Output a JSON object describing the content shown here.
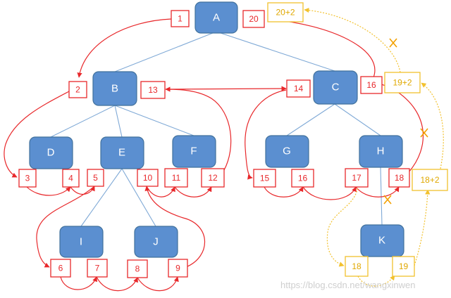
{
  "nodes": {
    "A": {
      "label": "A"
    },
    "B": {
      "label": "B"
    },
    "C": {
      "label": "C"
    },
    "D": {
      "label": "D"
    },
    "E": {
      "label": "E"
    },
    "F": {
      "label": "F"
    },
    "G": {
      "label": "G"
    },
    "H": {
      "label": "H"
    },
    "I": {
      "label": "I"
    },
    "J": {
      "label": "J"
    },
    "K": {
      "label": "K"
    }
  },
  "red_labels": {
    "r1": "1",
    "r20": "20",
    "r2": "2",
    "r13": "13",
    "r14": "14",
    "r16c": "16",
    "r3": "3",
    "r4": "4",
    "r5": "5",
    "r10": "10",
    "r11": "11",
    "r12": "12",
    "r15": "15",
    "r16": "16",
    "r17": "17",
    "r18": "18",
    "r6": "6",
    "r7": "7",
    "r8": "8",
    "r9": "9"
  },
  "yellow_labels": {
    "y20p2": "20+2",
    "y19p2": "19+2",
    "y18p2": "18+2",
    "y18": "18",
    "y19": "19"
  },
  "watermark": "https://blog.csdn.net/wangxinwen"
}
